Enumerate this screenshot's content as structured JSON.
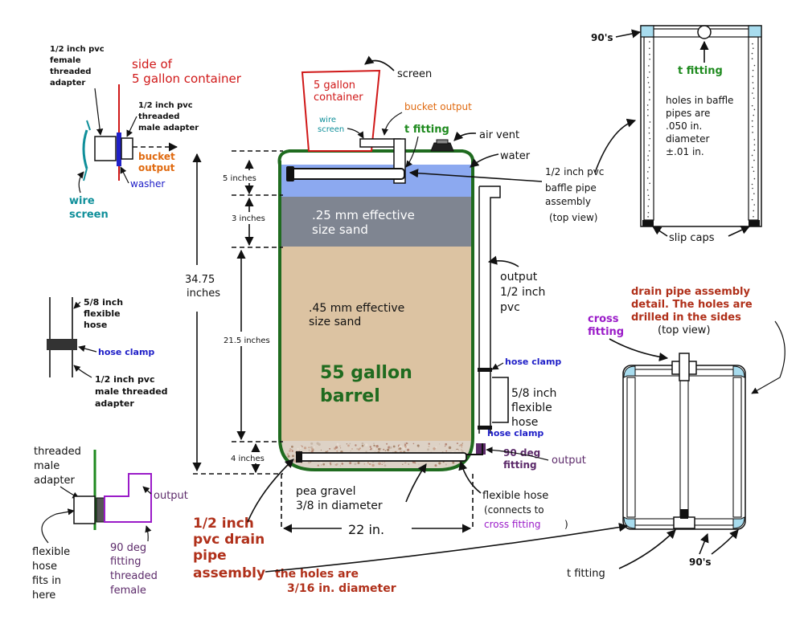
{
  "colors": {
    "red": "#d01818",
    "orange": "#e06a10",
    "green": "#1e8a1e",
    "darkgreen": "#1f6b1f",
    "teal": "#0f8f9a",
    "blue": "#2020c8",
    "purple": "#9a1bc8",
    "plum": "#5c2a6a",
    "brown": "#b0301a",
    "water": "#8ca9f0",
    "fine_sand": "#7f8591",
    "sand": "#dcc3a2",
    "gravel": "#ddd2c6",
    "pipe_cap": "#a8dcee"
  },
  "labels": {
    "screen": "screen",
    "container_line1": "5 gallon",
    "container_line2": "container",
    "wire_screen_top_1": "wire",
    "wire_screen_top_2": "screen",
    "bucket_output_top": "bucket output",
    "t_fitting_center": "t fitting",
    "air_vent": "air vent",
    "water": "water",
    "baffle_1": "1/2 inch pvc",
    "baffle_2": "baffle pipe",
    "baffle_3": "assembly",
    "baffle_4": "(top view)",
    "dim_5": "5 inches",
    "dim_3": "3 inches",
    "dim_215": "21.5 inches",
    "dim_4": "4 inches",
    "height_1": "34.75",
    "height_2": "inches",
    "fine_sand_1": ".25 mm effective",
    "fine_sand_2": "size sand",
    "sand_1": ".45 mm effective",
    "sand_2": "size sand",
    "barrel_1": "55 gallon",
    "barrel_2": "barrel",
    "output_1": "output",
    "output_2": "1/2 inch",
    "output_3": "pvc",
    "hose_clamp_upper": "hose clamp",
    "flex_1": "5/8 inch",
    "flex_2": "flexible",
    "flex_3": "hose",
    "hose_clamp_lower": "hose clamp",
    "deg90_1": "90 deg",
    "deg90_2": "fitting",
    "output_small": "output",
    "gravel_1": "pea gravel",
    "gravel_2": "3/8 in diameter",
    "flexhose_1": "flexible hose",
    "flexhose_2": "(connects to",
    "flexhose_3a": "cross fitting",
    "flexhose_3b": ")",
    "width": "22 in.",
    "drain_1": "1/2 inch",
    "drain_2": "pvc drain",
    "drain_3": "pipe",
    "drain_4": "assembly",
    "holes_1": "the holes are",
    "holes_2": "3/16 in.  diameter",
    "tl_1": "1/2 inch pvc",
    "tl_2": "female",
    "tl_3": "threaded",
    "tl_4": "adapter",
    "side_1": "side of",
    "side_2": "5 gallon container",
    "male_1": "1/2 inch pvc",
    "male_2": "threaded",
    "male_3": "male adapter",
    "bo_1": "bucket",
    "bo_2": "output",
    "washer": "washer",
    "wsl_1": "wire",
    "wsl_2": "screen",
    "hose58_1": "5/8 inch",
    "hose58_2": "flexible",
    "hose58_3": "hose",
    "hose_clamp_left": "hose clamp",
    "mta_1": "1/2 inch pvc",
    "mta_2": "male threaded",
    "mta_3": "adapter",
    "tma_1": "threaded",
    "tma_2": "male",
    "tma_3": "adapter",
    "output_bl": "output",
    "fh_1": "flexible",
    "fh_2": "hose",
    "fh_3": "fits in",
    "fh_4": "here",
    "f90_1": "90 deg",
    "f90_2": "fitting",
    "f90_3": "threaded",
    "f90_4": "female",
    "tr_90s": "90's",
    "tr_tfit": "t fitting",
    "tr_holes_1": "holes in baffle",
    "tr_holes_2": "pipes are",
    "tr_holes_3": ".050 in.",
    "tr_holes_4": "diameter",
    "tr_holes_5": "±.01 in.",
    "slip_caps": "slip caps",
    "dr_1": "drain pipe assembly",
    "dr_2": "detail.  The holes are",
    "dr_3": "drilled in the sides",
    "dr_4": "(top view)",
    "cross_1": "cross",
    "cross_2": "fitting",
    "br_tfit": "t fitting",
    "br_90s": "90's"
  }
}
